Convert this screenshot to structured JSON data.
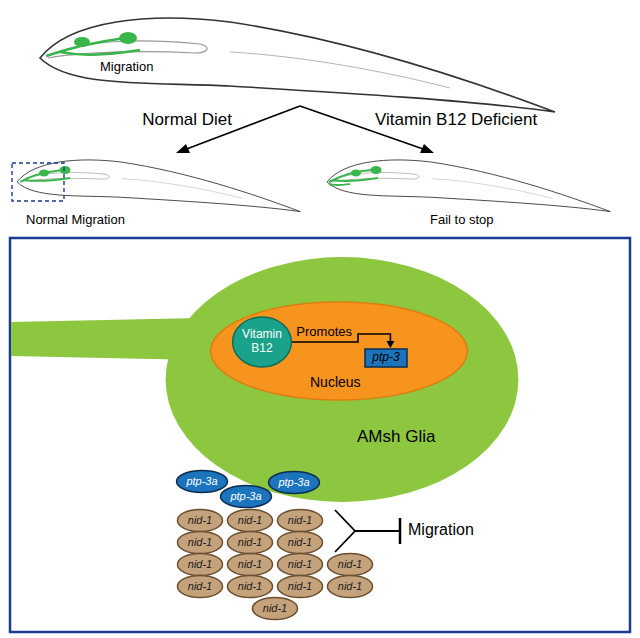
{
  "diagram": {
    "nodes": [
      {
        "text": [
          "AMsh Glia"
        ]
      },
      {
        "text": [
          "Nucleus"
        ],
        "in": 0
      },
      {
        "text": [
          "Vitamin B12"
        ],
        "in": 1
      },
      {
        "text": [
          "ptp-3"
        ],
        "in": 1
      },
      {
        "text": [
          "ptp-3a"
        ]
      },
      {
        "text": [
          "ptp-3a"
        ]
      },
      {
        "text": [
          "ptp-3a"
        ]
      },
      {
        "text": [
          "nid-1"
        ]
      },
      {
        "text": [
          "nid-1"
        ]
      },
      {
        "text": [
          "nid-1"
        ]
      },
      {
        "text": [
          "nid-1"
        ]
      },
      {
        "text": [
          "nid-1"
        ]
      },
      {
        "text": [
          "nid-1"
        ]
      },
      {
        "text": [
          "nid-1"
        ]
      },
      {
        "text": [
          "nid-1"
        ]
      },
      {
        "text": [
          "nid-1"
        ]
      },
      {
        "text": [
          "nid-1"
        ]
      },
      {
        "text": [
          "nid-1"
        ]
      },
      {
        "text": [
          "nid-1"
        ]
      },
      {
        "text": [
          "nid-1"
        ]
      },
      {
        "text": [
          "nid-1"
        ]
      },
      {
        "text": [
          "nid-1"
        ]
      }
    ],
    "edges": [
      {
        "from": 2,
        "to": 3,
        "label": "Promotes",
        "arrow": "to"
      }
    ],
    "labels": [
      "Migration",
      "Normal Diet",
      "Vitamin B12 Deficient",
      "Normal Migration",
      "Fail to stop",
      "Migration"
    ]
  }
}
